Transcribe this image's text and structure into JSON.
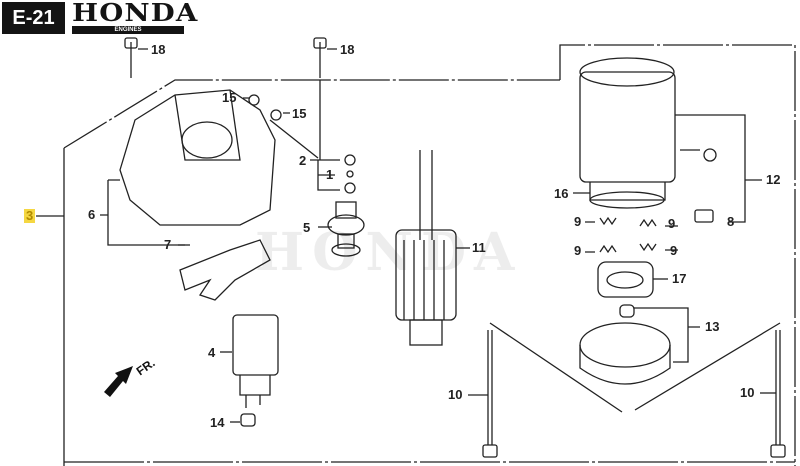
{
  "header": {
    "page_code": "E-21",
    "brand": "HONDA",
    "brand_subtitle": "ENGINES"
  },
  "watermark": "HONDA",
  "direction_indicator": {
    "label": "FR."
  },
  "callouts": [
    {
      "id": "c3",
      "label": "3",
      "highlighted": true
    },
    {
      "id": "c6",
      "label": "6"
    },
    {
      "id": "c7",
      "label": "7"
    },
    {
      "id": "c18a",
      "label": "18"
    },
    {
      "id": "c18b",
      "label": "18"
    },
    {
      "id": "c15a",
      "label": "15"
    },
    {
      "id": "c15b",
      "label": "15"
    },
    {
      "id": "c2",
      "label": "2"
    },
    {
      "id": "c1",
      "label": "1"
    },
    {
      "id": "c5",
      "label": "5"
    },
    {
      "id": "c11",
      "label": "11"
    },
    {
      "id": "c4",
      "label": "4"
    },
    {
      "id": "c14",
      "label": "14"
    },
    {
      "id": "c16",
      "label": "16"
    },
    {
      "id": "c12",
      "label": "12"
    },
    {
      "id": "c8",
      "label": "8"
    },
    {
      "id": "c9a",
      "label": "9"
    },
    {
      "id": "c9b",
      "label": "9"
    },
    {
      "id": "c9c",
      "label": "9"
    },
    {
      "id": "c9d",
      "label": "9"
    },
    {
      "id": "c17",
      "label": "17"
    },
    {
      "id": "c13",
      "label": "13"
    },
    {
      "id": "c10a",
      "label": "10"
    },
    {
      "id": "c10b",
      "label": "10"
    }
  ],
  "colors": {
    "line": "#222222",
    "highlight": "#f5d742"
  }
}
